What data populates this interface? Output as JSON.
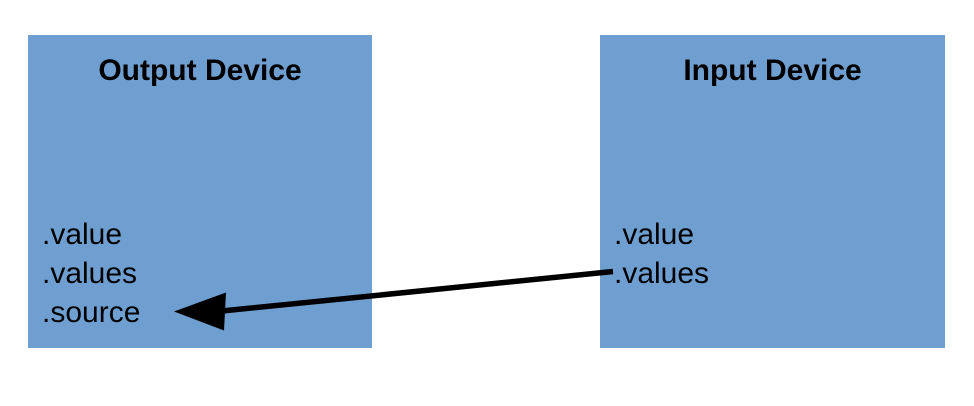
{
  "diagram": {
    "title": "",
    "background_color": "#ffffff",
    "box_color": "#6f9fd1",
    "text_color": "#000000",
    "arrow_color": "#000000",
    "nodes": [
      {
        "id": "output-device",
        "title": "Output Device",
        "properties": [
          ".value",
          ".values",
          ".source"
        ]
      },
      {
        "id": "input-device",
        "title": "Input Device",
        "properties": [
          ".value",
          ".values"
        ]
      }
    ],
    "edges": [
      {
        "id": "input-to-output",
        "from": "input-device",
        "to": "output-device",
        "label": "",
        "direction": "right-to-left"
      }
    ]
  }
}
